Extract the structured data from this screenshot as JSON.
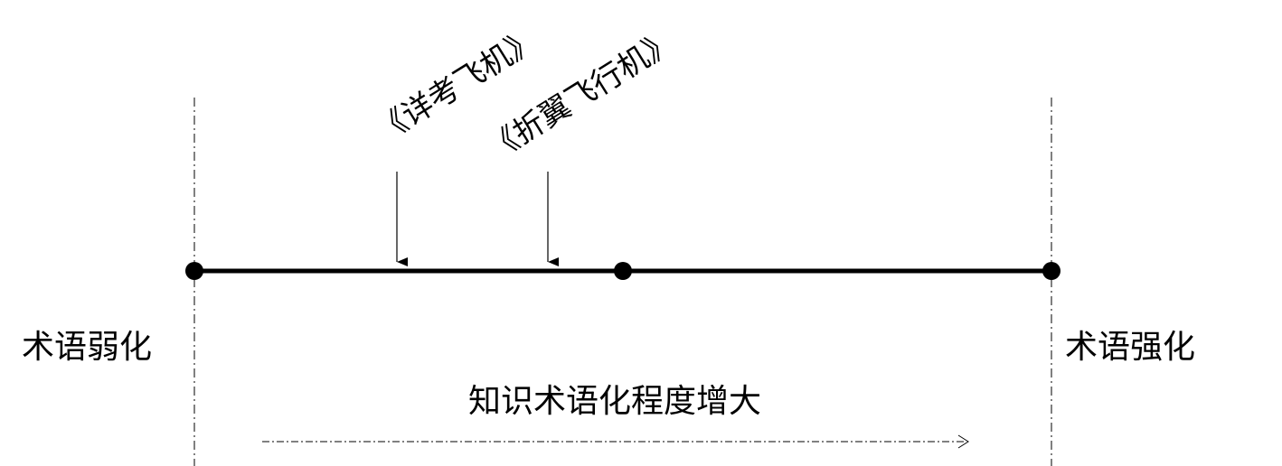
{
  "diagram": {
    "left_label": "术语弱化",
    "right_label": "术语强化",
    "axis_caption": "知识术语化程度增大",
    "markers": [
      {
        "label": "《详考飞机》"
      },
      {
        "label": "《折翼飞行机》"
      }
    ],
    "colors": {
      "line": "#000000",
      "background": "#ffffff"
    }
  }
}
